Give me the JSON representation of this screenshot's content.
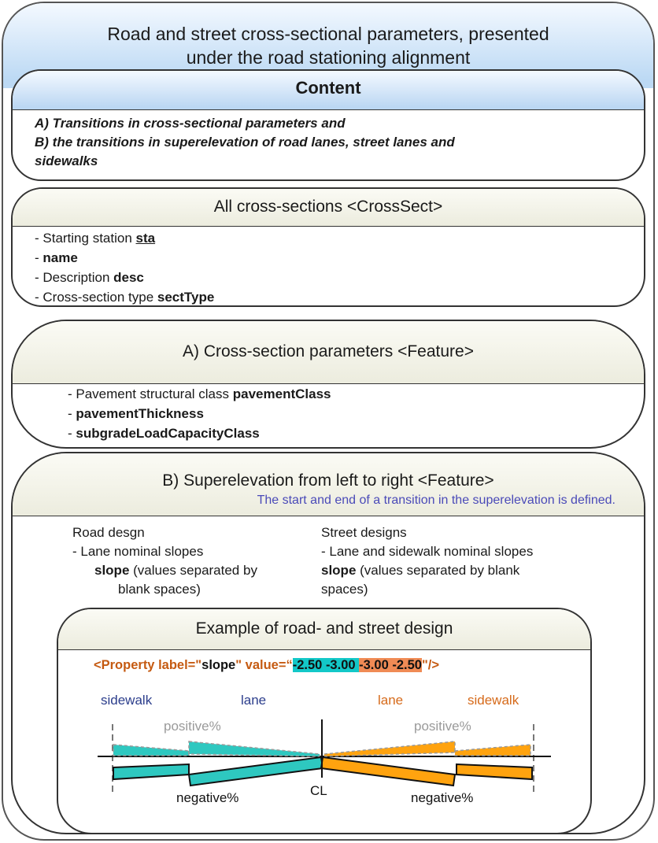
{
  "main_title_line1": "Road and street cross-sectional parameters, presented",
  "main_title_line2": "under the road stationing alignment",
  "content": {
    "title": "Content",
    "line1": "A) Transitions in cross-sectional parameters and",
    "line2": "B) the transitions in superelevation of road lanes, street lanes and",
    "line3": "sidewalks"
  },
  "crosssect": {
    "title": "All cross-sections <CrossSect>",
    "items": [
      {
        "prefix": "- Starting station ",
        "key": "sta"
      },
      {
        "prefix": "- ",
        "key": "name"
      },
      {
        "prefix": "- Description ",
        "key": "desc"
      },
      {
        "prefix": "- Cross-section type ",
        "key": "sectType"
      }
    ]
  },
  "feature_a": {
    "title": "A) Cross-section parameters <Feature>",
    "items": [
      {
        "prefix": "- Pavement structural class ",
        "key": "pavementClass"
      },
      {
        "prefix": "- ",
        "key": "pavementThickness"
      },
      {
        "prefix": "- ",
        "key": "subgradeLoadCapacityClass"
      }
    ]
  },
  "feature_b": {
    "title": "B) Superelevation from left to right <Feature>",
    "note": "The start and end of a transition in the superelevation is defined.",
    "road": {
      "heading": "Road desgn",
      "line1": "- Lane nominal slopes",
      "key": "slope",
      "line2_rest": " (values separated by",
      "line3": "blank spaces)"
    },
    "street": {
      "heading": "Street designs",
      "line1": "- Lane and sidewalk nominal slopes",
      "key": "slope",
      "line2_rest": " (values separated by blank",
      "line3": "spaces)"
    }
  },
  "example": {
    "title": "Example of road- and street design",
    "code_prefix": "<Property label=\"",
    "code_label": "slope",
    "code_mid": "\" value=“",
    "code_hl1": "-2.50 -3.00 ",
    "code_hl2": "-3.00 -2.50",
    "code_suffix": "\"/>",
    "labels": {
      "sidewalk_left": "sidewalk",
      "lane_left": "lane",
      "lane_right": "lane",
      "sidewalk_right": "sidewalk",
      "positive_left": "positive%",
      "positive_right": "positive%",
      "negative_left": "negative%",
      "negative_right": "negative%",
      "cl": "CL"
    }
  },
  "colors": {
    "teal": "#2ec8c0",
    "orange": "#ffa30f",
    "navy_label": "#2c3e8c",
    "orange_label": "#d66a1a",
    "note_blue": "#4a4ab8"
  }
}
